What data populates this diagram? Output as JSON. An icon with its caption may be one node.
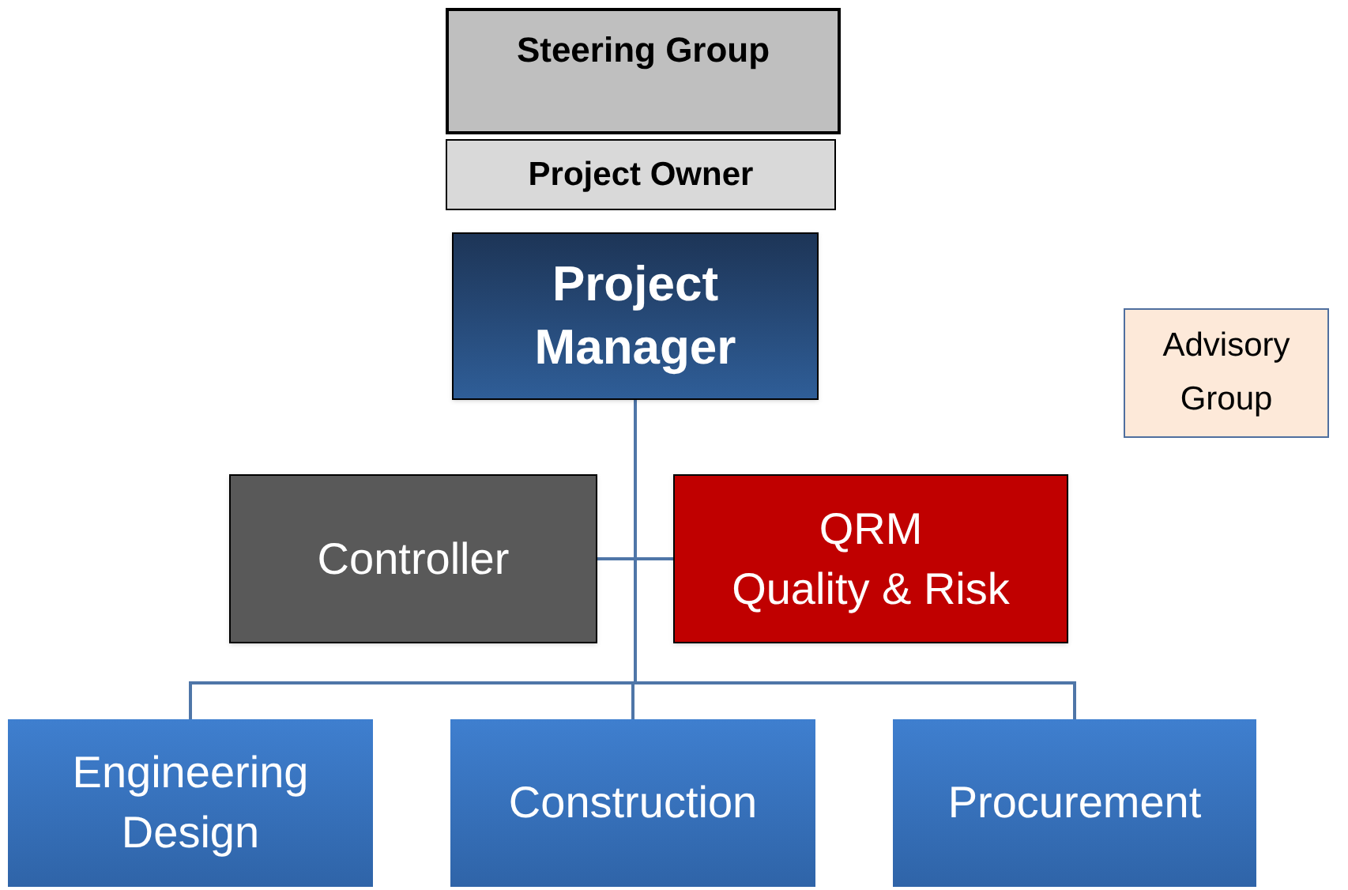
{
  "diagram": {
    "nodes": [
      {
        "text": [
          "Steering Group"
        ]
      },
      {
        "text": [
          "Project Owner"
        ]
      },
      {
        "text": [
          "Project Manager"
        ]
      },
      {
        "text": [
          "Advisory Group"
        ]
      },
      {
        "text": [
          "Controller"
        ]
      },
      {
        "text": [
          "QRM",
          "Quality & Risk"
        ]
      },
      {
        "text": [
          "Engineering Design"
        ]
      },
      {
        "text": [
          "Construction"
        ]
      },
      {
        "text": [
          "Procurement"
        ]
      }
    ],
    "edges": [
      {
        "from": 2,
        "to": 4,
        "arrow": "none"
      },
      {
        "from": 2,
        "to": 5,
        "arrow": "none"
      },
      {
        "from": 2,
        "to": 6,
        "arrow": "none"
      },
      {
        "from": 2,
        "to": 7,
        "arrow": "none"
      },
      {
        "from": 2,
        "to": 8,
        "arrow": "none"
      }
    ]
  }
}
